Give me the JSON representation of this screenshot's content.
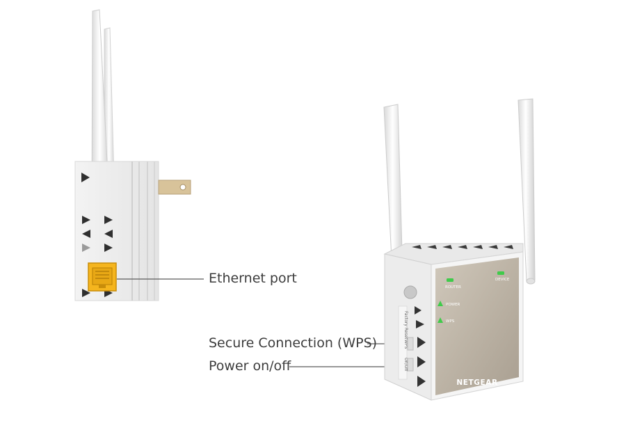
{
  "callouts": {
    "ethernet_port": "Ethernet port",
    "wps": "Secure Connection (WPS)",
    "power": "Power on/off"
  },
  "device": {
    "brand": "NETGEAR",
    "leds": {
      "router": "ROUTER",
      "device": "DEVICE",
      "power": "POWER",
      "wps": "WPS"
    },
    "side_labels": {
      "factory_reset": "Factory Reset",
      "wps": "WPS",
      "on_off": "On/Off"
    }
  },
  "colors": {
    "ethernet_port": "#f5b51e",
    "led_green": "#3fcb4a",
    "front_panel": "#bdb4a6",
    "callout_line": "#5a5a5a"
  }
}
